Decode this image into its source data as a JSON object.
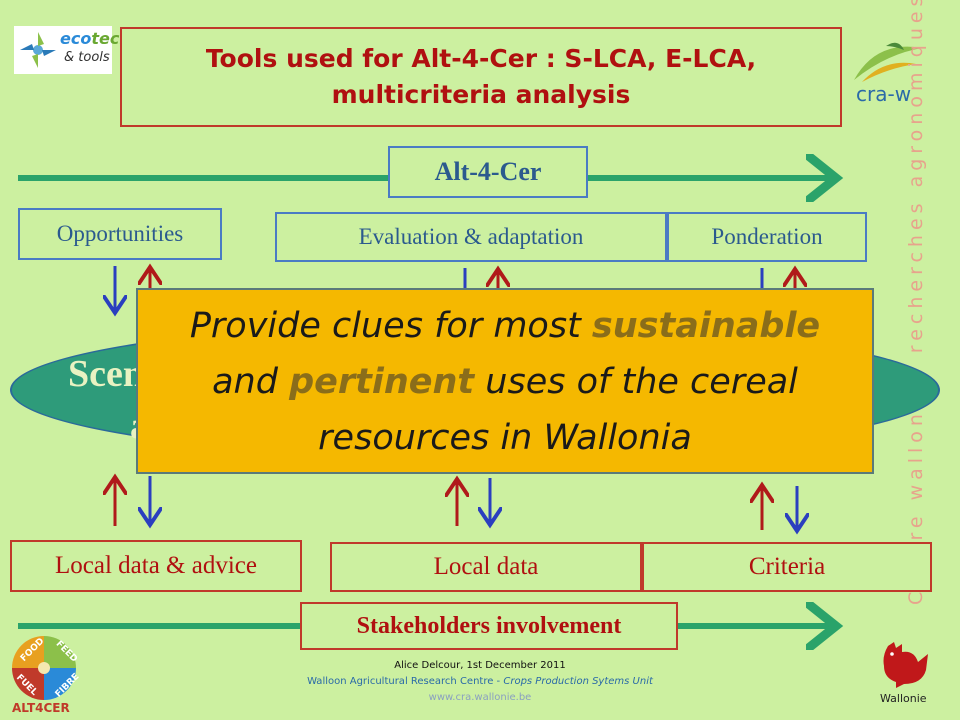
{
  "title_line1": "Tools used for Alt-4-Cer : S-LCA, E-LCA,",
  "title_line2": "multicriteria analysis",
  "logos": {
    "ecotech_eco": "eco",
    "ecotech_tech": "tech",
    "ecotech_tools": "& tools",
    "craw": "cra-w",
    "altcer_food": "FOOD",
    "altcer_feed": "FEED",
    "altcer_fuel": "FUEL",
    "altcer_fibre": "FIBRE",
    "altcer_name": "ALT4CER",
    "wallonie": "Wallonie"
  },
  "alt4cer_label": "Alt-4-Cer",
  "top_boxes": {
    "opportunities": "Opportunities",
    "evaluation": "Evaluation & adaptation",
    "ponderation": "Ponderation"
  },
  "ellipse": {
    "left_fragment_1": "Scen",
    "left_fragment_2": "a"
  },
  "overlay": {
    "line1_pre": "Provide clues for most ",
    "line1_hl": "sustainable",
    "line2_pre": "and ",
    "line2_hl": "pertinent",
    "line2_post": " uses of the cereal",
    "line3": "resources in Wallonia"
  },
  "bottom_boxes": {
    "local_data_advice": "Local data & advice",
    "local_data": "Local data",
    "criteria": "Criteria"
  },
  "stakeholders_label": "Stakeholders involvement",
  "vertical_text": "Centre wallon de recherches agronomiques",
  "footer": {
    "author": "Alice Delcour, 1st December 2011",
    "centre": "Walloon Agricultural Research Centre - ",
    "unit": "Crops Production Sytems Unit",
    "url": "www.cra.wallonie.be"
  },
  "colors": {
    "background": "#ccf0a0",
    "arrow_green": "#2aa36a",
    "arrow_blue": "#2a3fbf",
    "arrow_red": "#b01a1a",
    "overlay_fill": "#f5b800",
    "ellipse_fill": "#2e9b7a",
    "title_red": "#b01010"
  },
  "icons": [
    "ecotech-pinwheel-icon",
    "cra-w-leaf-icon",
    "alt4cer-wheel-icon",
    "wallonie-rooster-icon"
  ]
}
